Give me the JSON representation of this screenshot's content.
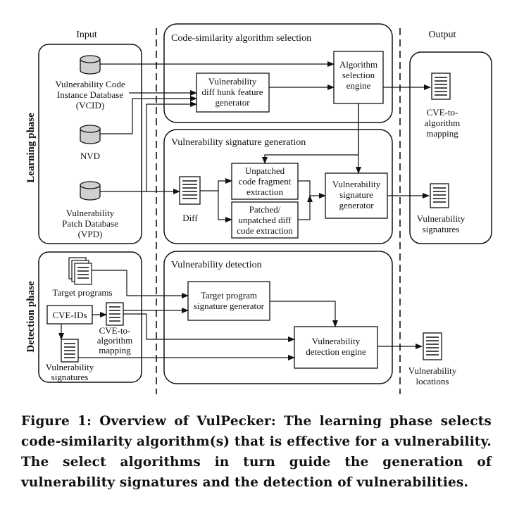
{
  "header": {
    "input": "Input",
    "output": "Output"
  },
  "phases": {
    "learning": "Learning phase",
    "detection": "Detection phase"
  },
  "sections": {
    "code_similarity": "Code-similarity algorithm selection",
    "signature_generation": "Vulnerability signature generation",
    "detection": "Vulnerability detection"
  },
  "inputs": {
    "vcid": [
      "Vulnerability Code",
      "Instance Database",
      "(VCID)"
    ],
    "nvd": "NVD",
    "vpd": [
      "Vulnerability",
      "Patch Database",
      "(VPD)"
    ]
  },
  "boxes": {
    "diff_hunk": [
      "Vulnerability",
      "diff hunk feature",
      "generator"
    ],
    "alg_engine": [
      "Algorithm",
      "selection",
      "engine"
    ],
    "unpatched": [
      "Unpatched",
      "code fragment",
      "extraction"
    ],
    "patched": [
      "Patched/",
      "unpatched diff",
      "code extraction"
    ],
    "sig_gen": [
      "Vulnerability",
      "signature",
      "generator"
    ],
    "target_sig": [
      "Target program",
      "signature generator"
    ],
    "det_engine": [
      "Vulnerability",
      "detection engine"
    ],
    "cve_ids": "CVE-IDs"
  },
  "docs": {
    "diff": "Diff",
    "cve_map_out": [
      "CVE-to-",
      "algorithm",
      "mapping"
    ],
    "vuln_sigs_out": [
      "Vulnerability",
      "signatures"
    ],
    "target_programs": "Target programs",
    "cve_map_in": [
      "CVE-to-",
      "algorithm",
      "mapping"
    ],
    "vuln_sigs_in": [
      "Vulnerability",
      "signatures"
    ],
    "vuln_locations": [
      "Vulnerability",
      "locations"
    ]
  },
  "caption": "Figure 1: Overview of VulPecker: The learning phase selects code-similarity algorithm(s) that is effective for a vulnerability. The select algorithms in turn guide the generation of vulnerability signatures and the detection of vulnerabilities."
}
